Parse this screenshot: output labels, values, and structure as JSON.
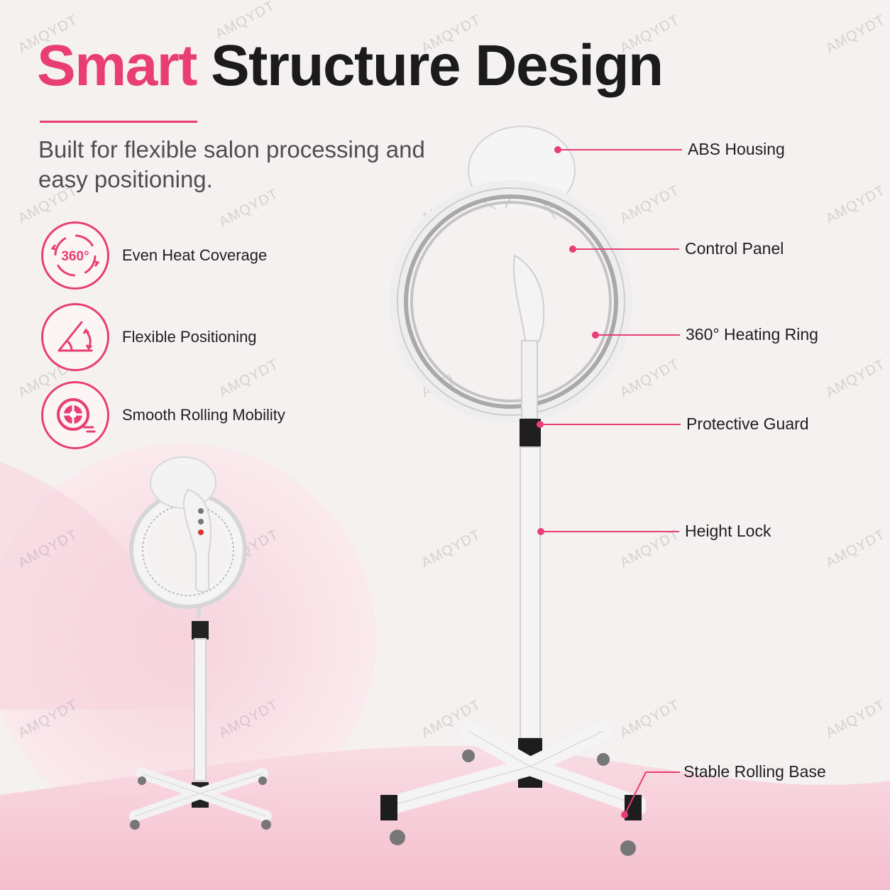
{
  "headline": {
    "accent": "Smart",
    "rest": "Structure Design"
  },
  "subtitle": "Built for flexible salon processing and easy positioning.",
  "features": [
    {
      "label": "Even Heat Coverage",
      "icon": "360-rotation-icon",
      "icon_text": "360°"
    },
    {
      "label": "Flexible Positioning",
      "icon": "angle-adjust-icon"
    },
    {
      "label": "Smooth Rolling Mobility",
      "icon": "wheel-icon"
    }
  ],
  "callouts": [
    "ABS Housing",
    "Control Panel",
    "360° Heating Ring",
    "Protective Guard",
    "Height Lock",
    "Stable Rolling Base"
  ],
  "watermark": "AMQYDT",
  "colors": {
    "accent": "#e83e74",
    "text": "#1b1b1b",
    "background": "#f6f1f1"
  }
}
